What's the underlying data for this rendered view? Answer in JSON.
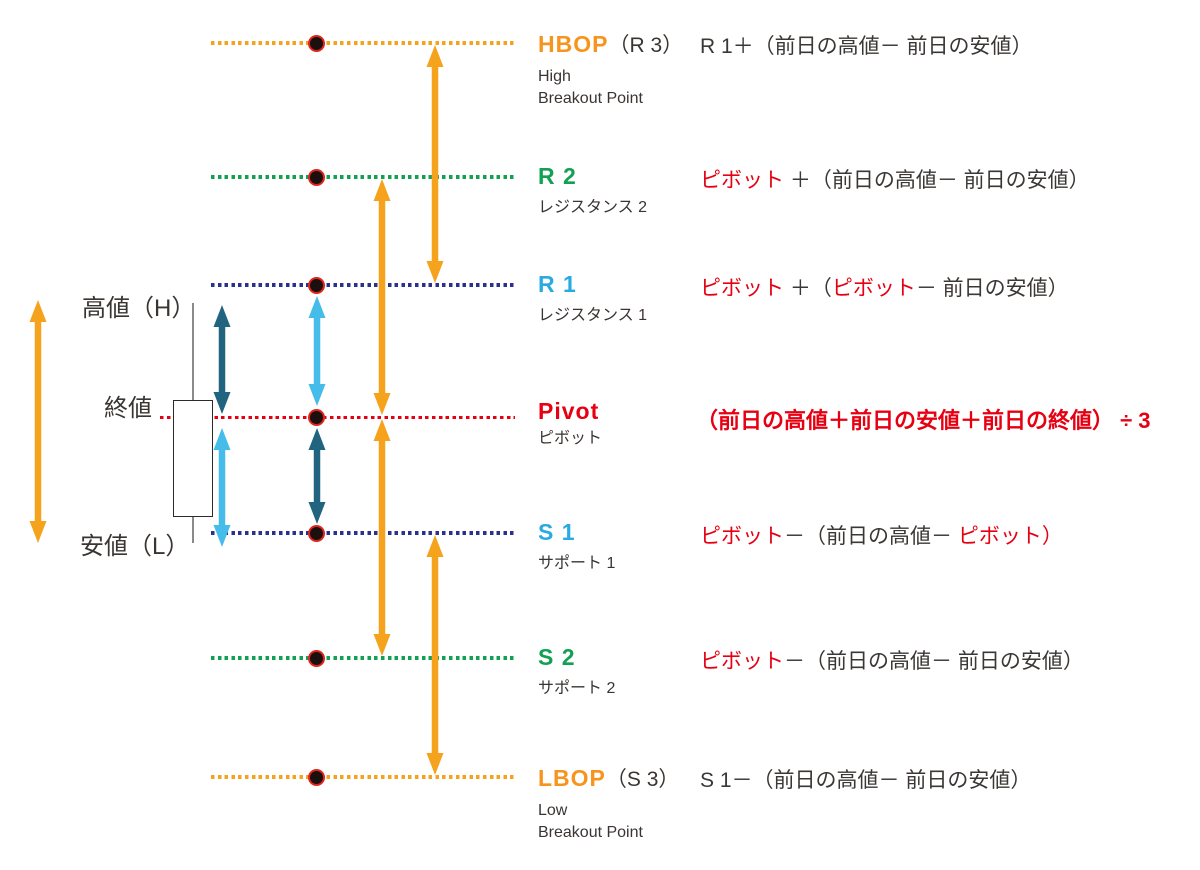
{
  "colors": {
    "orange": "#F5A21D",
    "orange_text": "#F7941D",
    "green": "#12A053",
    "navy": "#2B2F8E",
    "red": "#E60012",
    "teal": "#20647F",
    "lightblue": "#45BCEA",
    "cyan_text": "#29ABE2",
    "ink": "#3B3735"
  },
  "candle": {
    "high_label": "高値（H）",
    "close_label": "終値",
    "low_label": "安値（L）"
  },
  "levels": {
    "hbop": {
      "name": "HBOP",
      "suffix": "（R 3）",
      "sub": "High\nBreakout Point"
    },
    "r2": {
      "name": "R 2",
      "sub": "レジスタンス 2"
    },
    "r1": {
      "name": "R 1",
      "sub": "レジスタンス 1"
    },
    "pivot": {
      "name": "Pivot",
      "sub": "ピボット"
    },
    "s1": {
      "name": "S 1",
      "sub": "サポート 1"
    },
    "s2": {
      "name": "S 2",
      "sub": "サポート 2"
    },
    "lbop": {
      "name": "LBOP",
      "suffix": "（S 3）",
      "sub": "Low\nBreakout Point"
    }
  },
  "formulas": {
    "hbop": [
      {
        "t": "R 1＋（前日の高値－ 前日の安値）"
      }
    ],
    "r2": [
      {
        "t": "ピボット",
        "c": "#E60012"
      },
      {
        "t": " ＋（前日の高値－ 前日の安値）"
      }
    ],
    "r1": [
      {
        "t": "ピボット",
        "c": "#E60012"
      },
      {
        "t": " ＋（"
      },
      {
        "t": "ピボット",
        "c": "#E60012"
      },
      {
        "t": "－ 前日の安値）"
      }
    ],
    "pivot": [
      {
        "t": "（前日の高値＋前日の安値＋前日の終値） ÷ 3",
        "c": "#E60012",
        "b": true
      }
    ],
    "s1": [
      {
        "t": "ピボット",
        "c": "#E60012"
      },
      {
        "t": "－（前日の高値－ "
      },
      {
        "t": "ピボット）",
        "c": "#E60012"
      }
    ],
    "s2": [
      {
        "t": "ピボット",
        "c": "#E60012"
      },
      {
        "t": "－（前日の高値－ 前日の安値）"
      }
    ],
    "lbop": [
      {
        "t": "S 1－（前日の高値－ 前日の安値）"
      }
    ]
  }
}
